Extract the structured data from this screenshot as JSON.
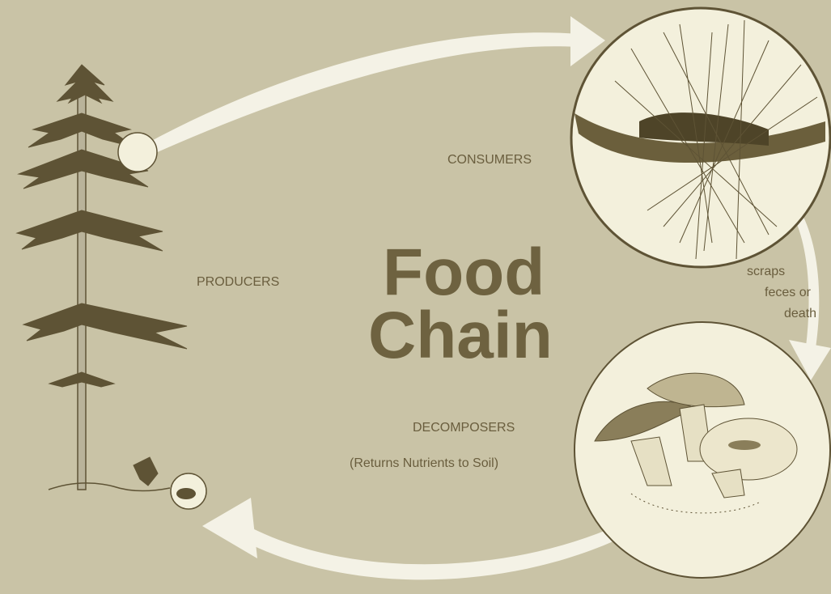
{
  "diagram": {
    "title_line1": "Food",
    "title_line2": "Chain",
    "labels": {
      "producers": "PRODUCERS",
      "consumers": "CONSUMERS",
      "decomposers": "DECOMPOSERS",
      "decomposers_note": "(Returns Nutrients to Soil)",
      "transfer_line1": "scraps",
      "transfer_line2": "feces or",
      "transfer_line3": "death"
    },
    "nodes": [
      {
        "id": "producers",
        "label": "PRODUCERS",
        "icon": "pine-tree-icon"
      },
      {
        "id": "consumers",
        "label": "CONSUMERS",
        "icon": "caterpillar-on-branch-icon"
      },
      {
        "id": "decomposers",
        "label": "DECOMPOSERS",
        "icon": "mushrooms-icon"
      }
    ],
    "edges": [
      {
        "from": "producers",
        "to": "consumers"
      },
      {
        "from": "consumers",
        "to": "decomposers"
      },
      {
        "from": "decomposers",
        "to": "producers"
      }
    ],
    "colors": {
      "background": "#c9c3a6",
      "ink": "#6e6240",
      "arrow": "#f4f2e6",
      "circle_fill": "#f3f0dc"
    }
  }
}
